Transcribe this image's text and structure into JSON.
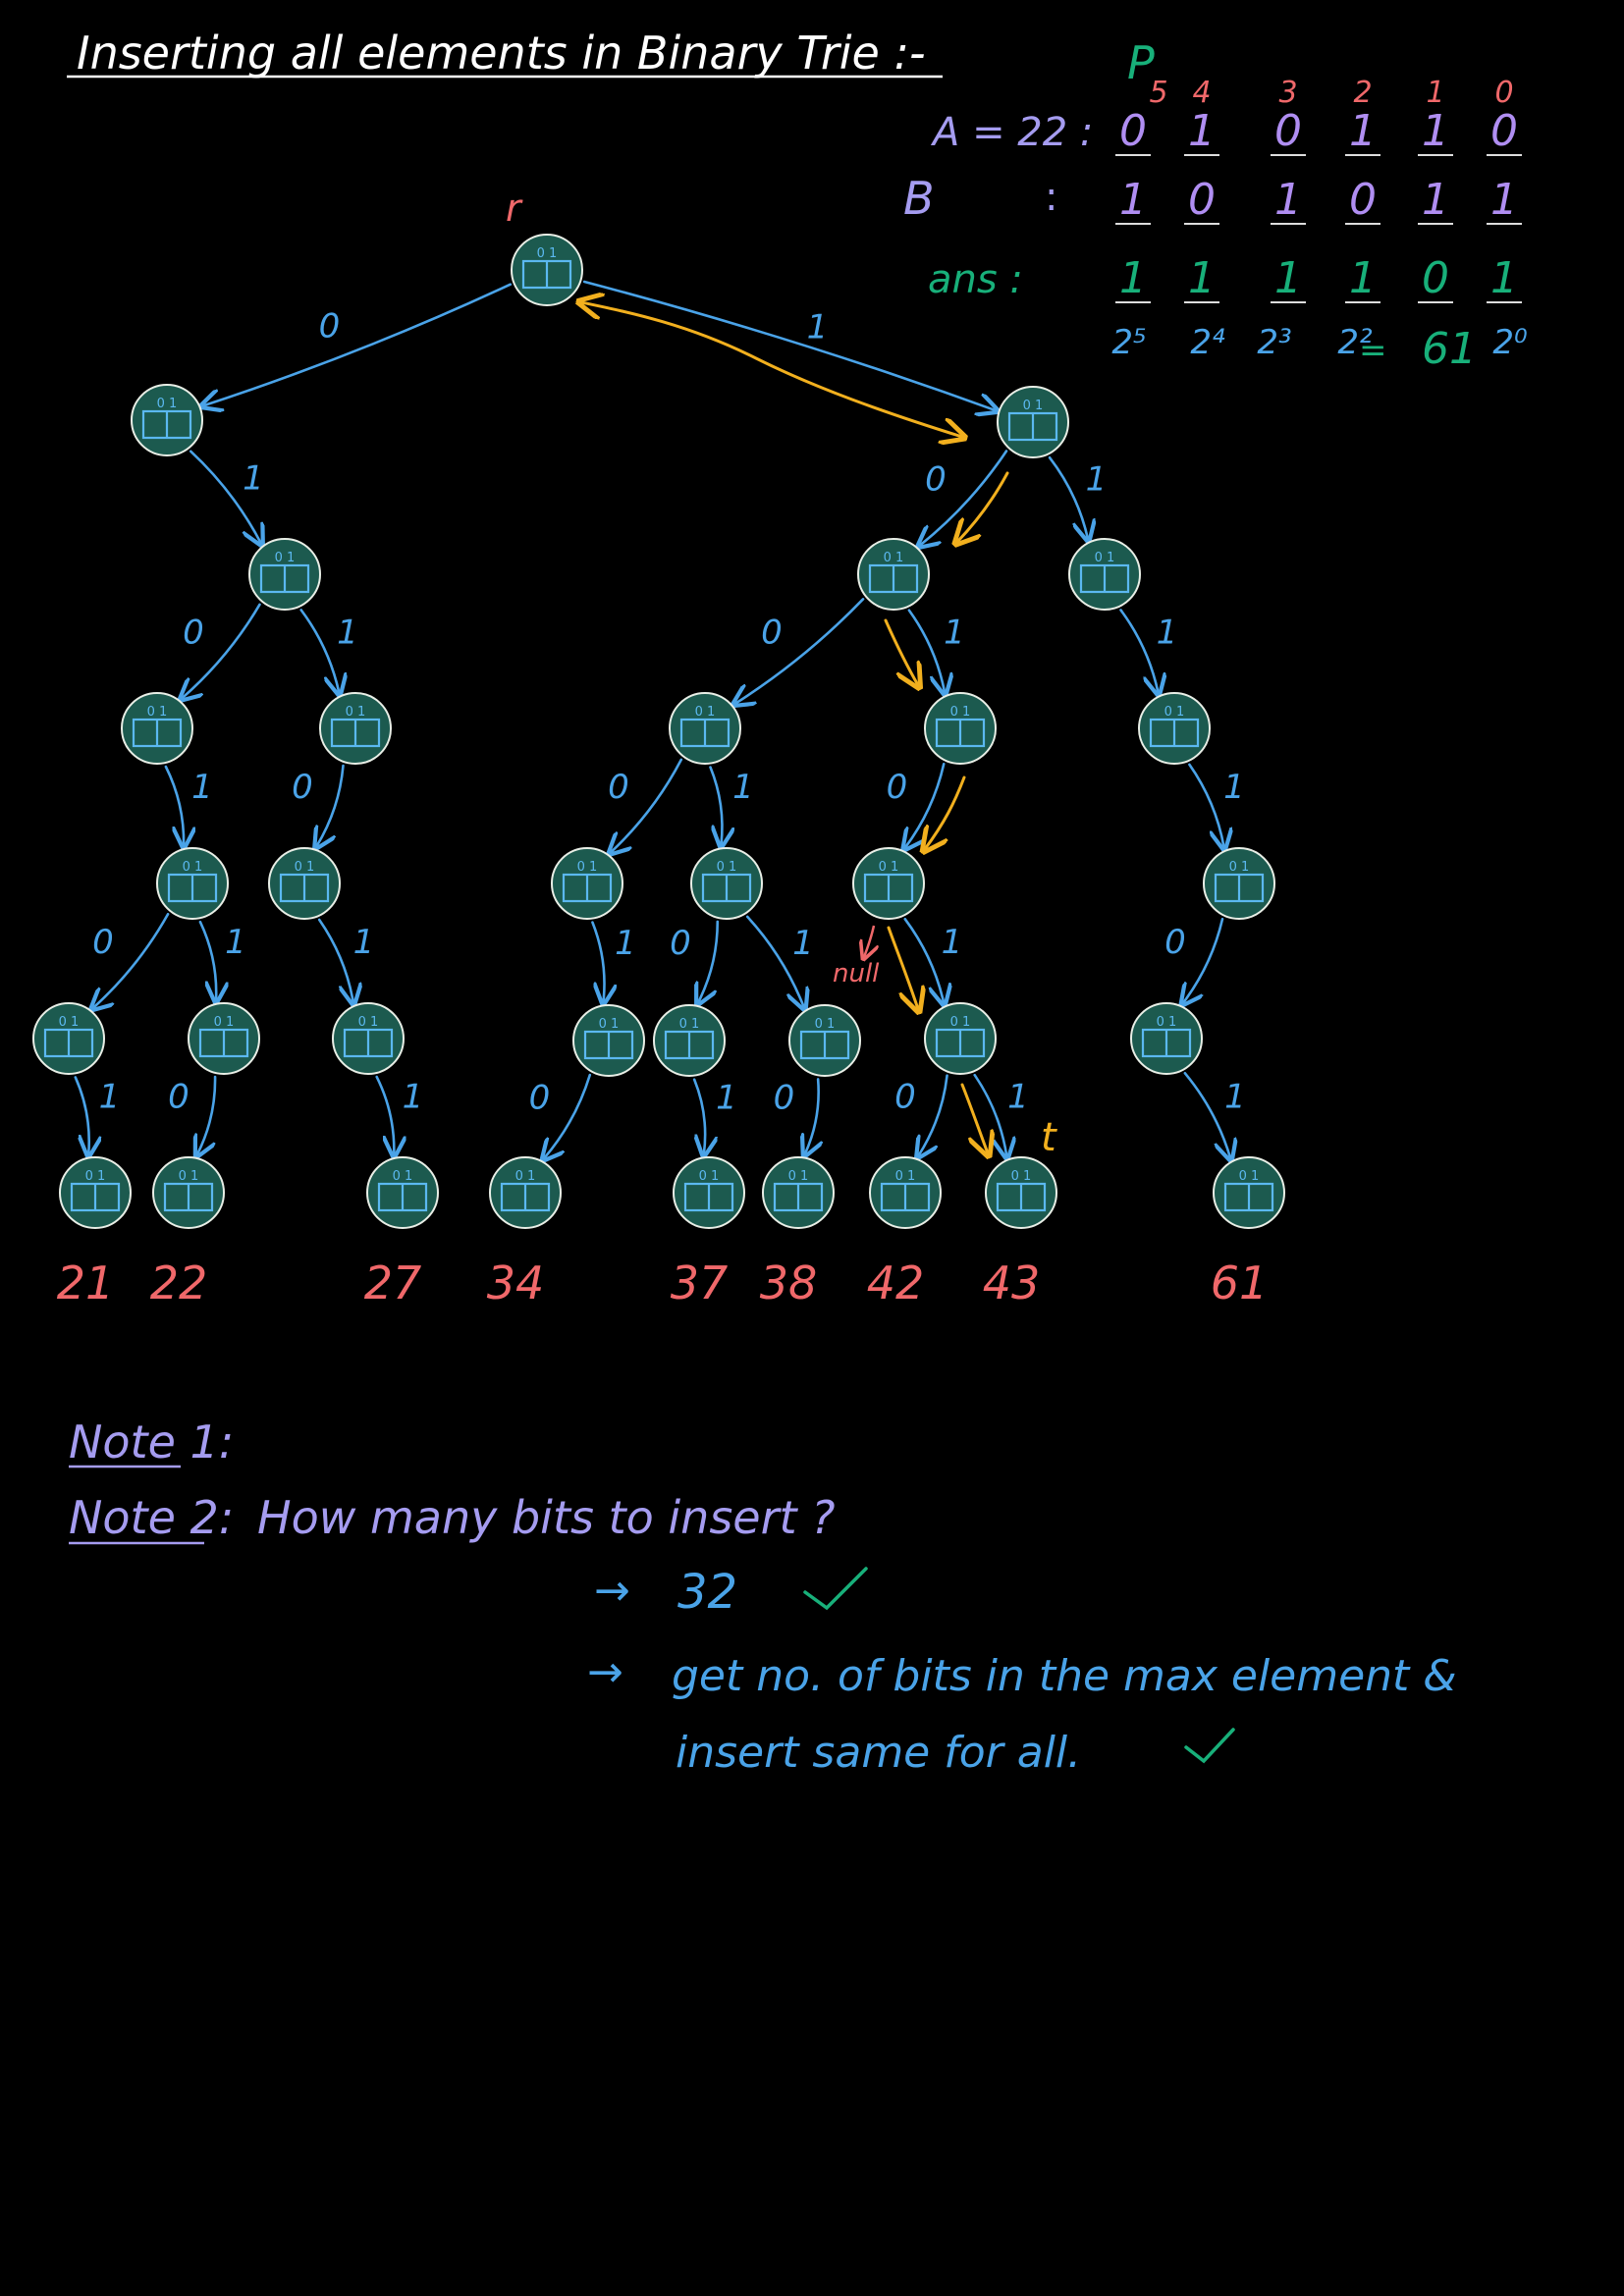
{
  "title": "Inserting all elements in Binary Trie :-",
  "colors": {
    "background": "#000000",
    "title": "#ffffff",
    "edge": "#4aa3e8",
    "path": "#f2b01e",
    "node_fill": "#1c5a4f",
    "node_stroke": "#e8eee6",
    "node_cell": "#5bb8f0",
    "leaf_value": "#f0686a",
    "note": "#a59cf0",
    "note_text": "#4aa3e8",
    "green": "#18b07a",
    "purple_bits": "#b08ef2",
    "p_label": "#18b07a",
    "p_index": "#f0686a"
  },
  "table": {
    "p_label": "P",
    "indices": [
      "5",
      "4",
      "3",
      "2",
      "1",
      "0"
    ],
    "a_label": "A = 22 :",
    "a_bits": [
      "0",
      "1",
      "0",
      "1",
      "1",
      "0"
    ],
    "b_label": "B",
    "b_colon": ":",
    "b_bits": [
      "1",
      "0",
      "1",
      "0",
      "1",
      "1"
    ],
    "ans_label": "ans :",
    "ans_bits": [
      "1",
      "1",
      "1",
      "1",
      "0",
      "1"
    ],
    "power_labels": [
      "2⁵",
      "2⁴",
      "2³",
      "2²",
      "2⁰"
    ],
    "equals": "=",
    "result": "61"
  },
  "trie": {
    "root_label": "r",
    "cell_label": "0 1",
    "nodes": [
      {
        "id": "root"
      },
      {
        "id": "L"
      },
      {
        "id": "R"
      },
      {
        "id": "L1"
      },
      {
        "id": "R0"
      },
      {
        "id": "R1"
      },
      {
        "id": "L10"
      },
      {
        "id": "L11"
      },
      {
        "id": "R00"
      },
      {
        "id": "R01"
      },
      {
        "id": "R11"
      },
      {
        "id": "L101"
      },
      {
        "id": "L110"
      },
      {
        "id": "R000"
      },
      {
        "id": "R001"
      },
      {
        "id": "R010"
      },
      {
        "id": "R111"
      },
      {
        "id": "L1010"
      },
      {
        "id": "L1011"
      },
      {
        "id": "L1101"
      },
      {
        "id": "R0001"
      },
      {
        "id": "R0010"
      },
      {
        "id": "R0011"
      },
      {
        "id": "R0101"
      },
      {
        "id": "R1110"
      },
      {
        "id": "leaf21",
        "value": "21"
      },
      {
        "id": "leaf22",
        "value": "22"
      },
      {
        "id": "leaf27",
        "value": "27"
      },
      {
        "id": "leaf34",
        "value": "34"
      },
      {
        "id": "leaf37",
        "value": "37"
      },
      {
        "id": "leaf38",
        "value": "38"
      },
      {
        "id": "leaf42",
        "value": "42"
      },
      {
        "id": "leaf43",
        "value": "43"
      },
      {
        "id": "leaf61",
        "value": "61"
      }
    ],
    "edges": [
      {
        "from": "root",
        "to": "L",
        "bit": "0"
      },
      {
        "from": "root",
        "to": "R",
        "bit": "1"
      },
      {
        "from": "L",
        "to": "L1",
        "bit": "1"
      },
      {
        "from": "R",
        "to": "R0",
        "bit": "0"
      },
      {
        "from": "R",
        "to": "R1",
        "bit": "1"
      },
      {
        "from": "L1",
        "to": "L10",
        "bit": "0"
      },
      {
        "from": "L1",
        "to": "L11",
        "bit": "1"
      },
      {
        "from": "R0",
        "to": "R00",
        "bit": "0"
      },
      {
        "from": "R0",
        "to": "R01",
        "bit": "1"
      },
      {
        "from": "R1",
        "to": "R11",
        "bit": "1"
      },
      {
        "from": "L10",
        "to": "L101",
        "bit": "1"
      },
      {
        "from": "L11",
        "to": "L110",
        "bit": "0"
      },
      {
        "from": "R00",
        "to": "R000",
        "bit": "0"
      },
      {
        "from": "R00",
        "to": "R001",
        "bit": "1"
      },
      {
        "from": "R01",
        "to": "R010",
        "bit": "0"
      },
      {
        "from": "R11",
        "to": "R111",
        "bit": "1"
      },
      {
        "from": "L101",
        "to": "L1010",
        "bit": "0"
      },
      {
        "from": "L101",
        "to": "L1011",
        "bit": "1"
      },
      {
        "from": "L110",
        "to": "L1101",
        "bit": "1"
      },
      {
        "from": "R000",
        "to": "R0001",
        "bit": "1"
      },
      {
        "from": "R001",
        "to": "R0010",
        "bit": "0"
      },
      {
        "from": "R001",
        "to": "R0011",
        "bit": "1"
      },
      {
        "from": "R010",
        "to": "R0101",
        "bit": "1"
      },
      {
        "from": "R111",
        "to": "R1110",
        "bit": "0"
      },
      {
        "from": "L1010",
        "to": "leaf21",
        "bit": "1"
      },
      {
        "from": "L1011",
        "to": "leaf22",
        "bit": "0"
      },
      {
        "from": "L1101",
        "to": "leaf27",
        "bit": "1"
      },
      {
        "from": "R0001",
        "to": "leaf34",
        "bit": "0"
      },
      {
        "from": "R0010",
        "to": "leaf37",
        "bit": "1"
      },
      {
        "from": "R0011",
        "to": "leaf38",
        "bit": "0"
      },
      {
        "from": "R0101",
        "to": "leaf42",
        "bit": "0"
      },
      {
        "from": "R0101",
        "to": "leaf43",
        "bit": "1"
      },
      {
        "from": "R1110",
        "to": "leaf61",
        "bit": "1"
      }
    ],
    "null_label": "null",
    "target_label": "t"
  },
  "notes": {
    "note1_label": "Note 1:",
    "note2_label": "Note 2:",
    "note2_question": "How many bits to insert ?",
    "option1_arrow": "→",
    "option1": "32",
    "check": "✓",
    "option2_arrow": "→",
    "option2_line1": "get no. of bits in the max element &",
    "option2_line2": "insert same for all."
  }
}
